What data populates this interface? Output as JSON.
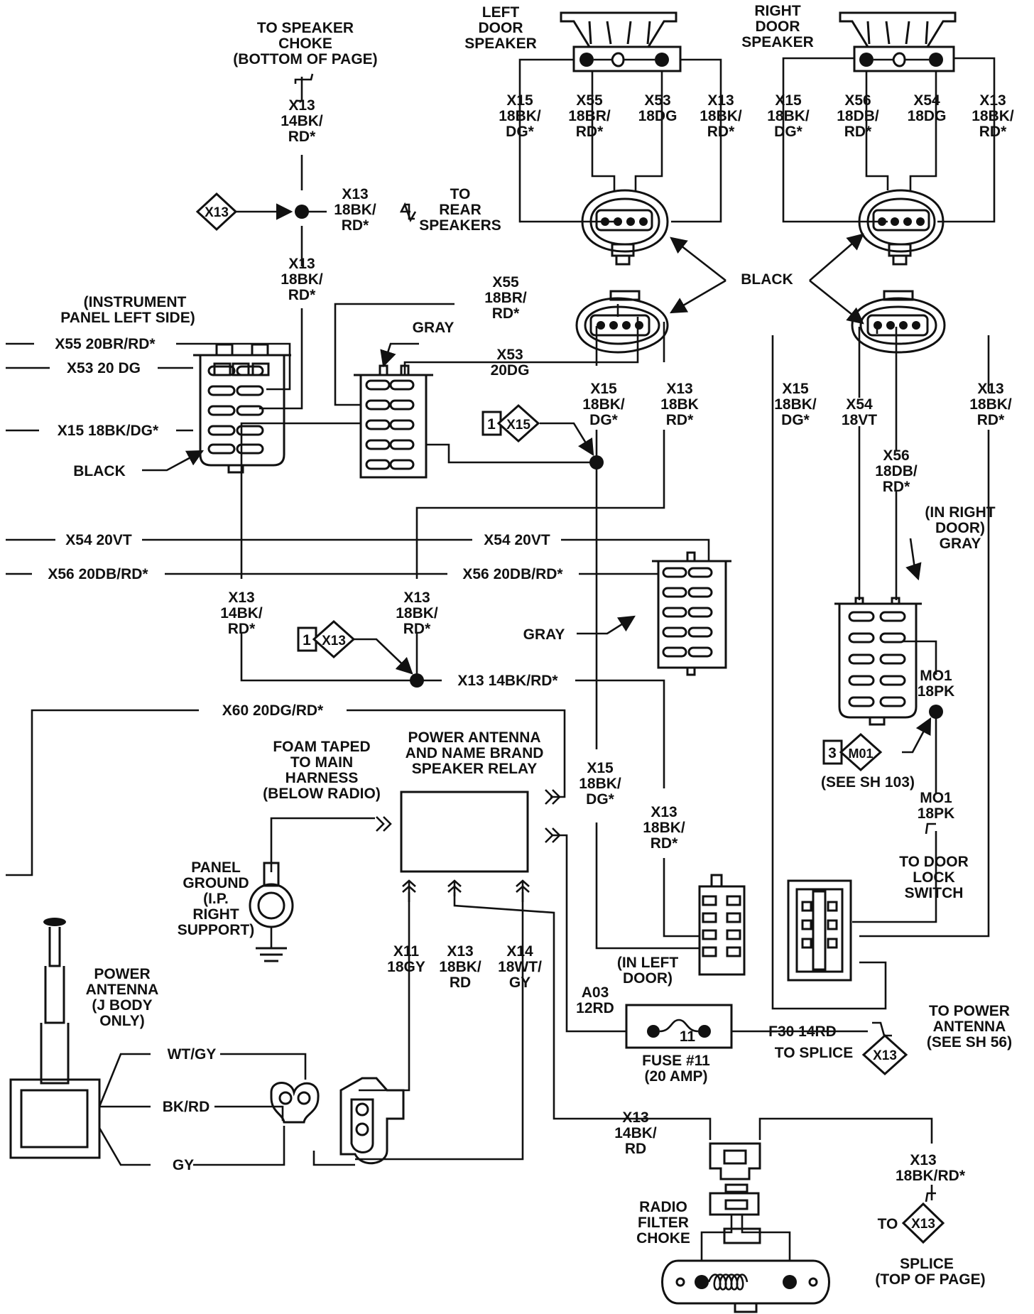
{
  "labels": {
    "to_speaker_choke": [
      "TO SPEAKER",
      "CHOKE",
      "(BOTTOM OF PAGE)"
    ],
    "x13_top": [
      "X13",
      "14BK/",
      "RD*"
    ],
    "x13_to_rear": [
      "X13",
      "18BK/",
      "RD*"
    ],
    "to_rear_speakers": [
      "TO",
      "REAR",
      "SPEAKERS"
    ],
    "x13_mid": [
      "X13",
      "18BK/",
      "RD*"
    ],
    "splice_x13": "X13",
    "left_door_speaker": [
      "LEFT",
      "DOOR",
      "SPEAKER"
    ],
    "right_door_speaker": [
      "RIGHT",
      "DOOR",
      "SPEAKER"
    ],
    "ld_x15": [
      "X15",
      "18BK/",
      "DG*"
    ],
    "ld_x55": [
      "X55",
      "18BR/",
      "RD*"
    ],
    "ld_x53": [
      "X53",
      "18DG"
    ],
    "ld_x13": [
      "X13",
      "18BK/",
      "RD*"
    ],
    "rd_x15": [
      "X15",
      "18BK/",
      "DG*"
    ],
    "rd_x56": [
      "X56",
      "18DB/",
      "RD*"
    ],
    "rd_x54": [
      "X54",
      "18DG"
    ],
    "rd_x13": [
      "X13",
      "18BK/",
      "RD*"
    ],
    "black": "BLACK",
    "black2": "BLACK",
    "gray_top": "GRAY",
    "gray_mid": "GRAY",
    "ip_left": [
      "(INSTRUMENT",
      "PANEL LEFT SIDE)"
    ],
    "ip_x55": "X55  20BR/RD*",
    "ip_x53": "X53 20 DG",
    "ip_x15": "X15 18BK/DG*",
    "c_x55": [
      "X55",
      "18BR/",
      "RD*"
    ],
    "c_x53": [
      "X53",
      "20DG"
    ],
    "c_x15": [
      "X15",
      "18BK/",
      "DG*"
    ],
    "c_x13": [
      "X13",
      "18BK",
      "RD*"
    ],
    "splice_x15_num": "1",
    "splice_x15": "X15",
    "x54_left": "X54 20VT",
    "x54_mid": "X54 20VT",
    "x56_left": "X56 20DB/RD*",
    "x56_mid": "X56 20DB/RD*",
    "x13_14bk": [
      "X13",
      "14BK/",
      "RD*"
    ],
    "x13_18bk": [
      "X13",
      "18BK/",
      "RD*"
    ],
    "splice_x13b_num": "1",
    "splice_x13b": "X13",
    "x13_14bk_h": "X13 14BK/RD*",
    "x60": "X60 20DG/RD*",
    "r_x15": [
      "X15",
      "18BK/",
      "DG*"
    ],
    "r_x54": [
      "X54",
      "18VT"
    ],
    "r_x56": [
      "X56",
      "18DB/",
      "RD*"
    ],
    "r_x13": [
      "X13",
      "18BK/",
      "RD*"
    ],
    "in_right_door": [
      "(IN RIGHT",
      "DOOR)",
      "GRAY"
    ],
    "mo1_top": [
      "MO1",
      "18PK"
    ],
    "splice_m01_num": "3",
    "splice_m01": "M01",
    "see_sh103": "(SEE SH 103)",
    "mo1_bottom": [
      "MO1",
      "18PK"
    ],
    "to_door_lock": [
      "TO DOOR",
      "LOCK",
      "SWITCH"
    ],
    "foam_taped": [
      "FOAM TAPED",
      "TO MAIN",
      "HARNESS",
      "(BELOW RADIO)"
    ],
    "relay": [
      "POWER ANTENNA",
      "AND NAME BRAND",
      "SPEAKER  RELAY"
    ],
    "d_x15": [
      "X15",
      "18BK/",
      "DG*"
    ],
    "d_x13": [
      "X13",
      "18BK/",
      "RD*"
    ],
    "in_left_door": [
      "(IN LEFT",
      "DOOR)"
    ],
    "panel_ground": [
      "PANEL",
      "GROUND",
      "(I.P.",
      "RIGHT",
      "SUPPORT)"
    ],
    "power_antenna": [
      "POWER",
      "ANTENNA",
      "(J BODY",
      "ONLY)"
    ],
    "x11": [
      "X11",
      "18GY"
    ],
    "x13_relay": [
      "X13",
      "18BK/",
      "RD"
    ],
    "x14": [
      "X14",
      "18WT/",
      "GY"
    ],
    "a03": [
      "A03",
      "12RD"
    ],
    "fuse_num": "11",
    "fuse_label": [
      "FUSE #11",
      "(20 AMP)"
    ],
    "f30": "F30 14RD",
    "to_splice": "TO SPLICE",
    "splice_x13c": "X13",
    "to_power_antenna": [
      "TO POWER",
      "ANTENNA",
      "(SEE SH 56)"
    ],
    "wt_gy": "WT/GY",
    "bk_rd": "BK/RD",
    "gy": "GY",
    "x13_bottom": [
      "X13",
      "14BK/",
      "RD"
    ],
    "x13_bottom_right": [
      "X13",
      "18BK/RD*"
    ],
    "radio_filter_choke": [
      "RADIO",
      "FILTER",
      "CHOKE"
    ],
    "to_label": "TO",
    "splice_x13d": "X13",
    "splice_top": [
      "SPLICE",
      "(TOP OF PAGE)"
    ]
  }
}
